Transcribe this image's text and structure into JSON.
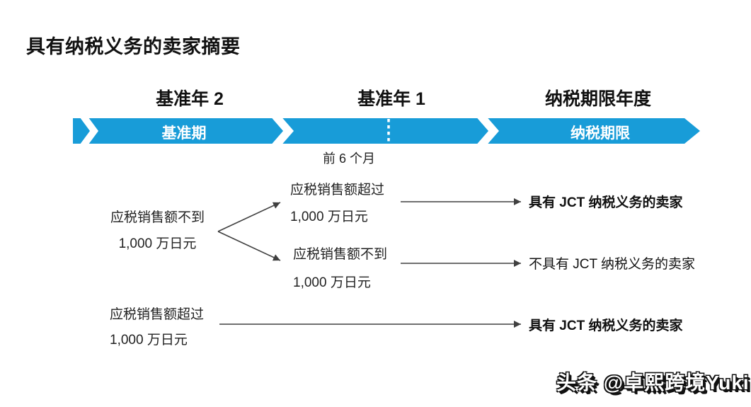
{
  "slide": {
    "title": "具有纳税义务的卖家摘要",
    "watermark": "头条 @卓熙跨境Yuki"
  },
  "timeline": {
    "headers": [
      "基准年 2",
      "基准年 1",
      "纳税期限年度"
    ],
    "band": {
      "base_period_label": "基准期",
      "tax_period_label": "纳税期限",
      "color": "#189CD8",
      "separator_color": "#ffffff"
    },
    "first_six_months_label": "前 6 个月"
  },
  "flowchart": {
    "line_color": "#404040",
    "nodes": {
      "base_year2_under": {
        "line1": "应税销售额不到",
        "line2": "1,000 万日元"
      },
      "base_year1_over": {
        "line1": "应税销售额超过",
        "line2": "1,000 万日元"
      },
      "base_year1_under": {
        "line1": "应税销售额不到",
        "line2": "1,000 万日元"
      },
      "base_year2_over": {
        "line1": "应税销售额超过",
        "line2": "1,000 万日元"
      }
    },
    "results": {
      "liable_top": "具有 JCT 纳税义务的卖家",
      "not_liable": "不具有 JCT 纳税义务的卖家",
      "liable_bottom": "具有 JCT 纳税义务的卖家"
    }
  }
}
